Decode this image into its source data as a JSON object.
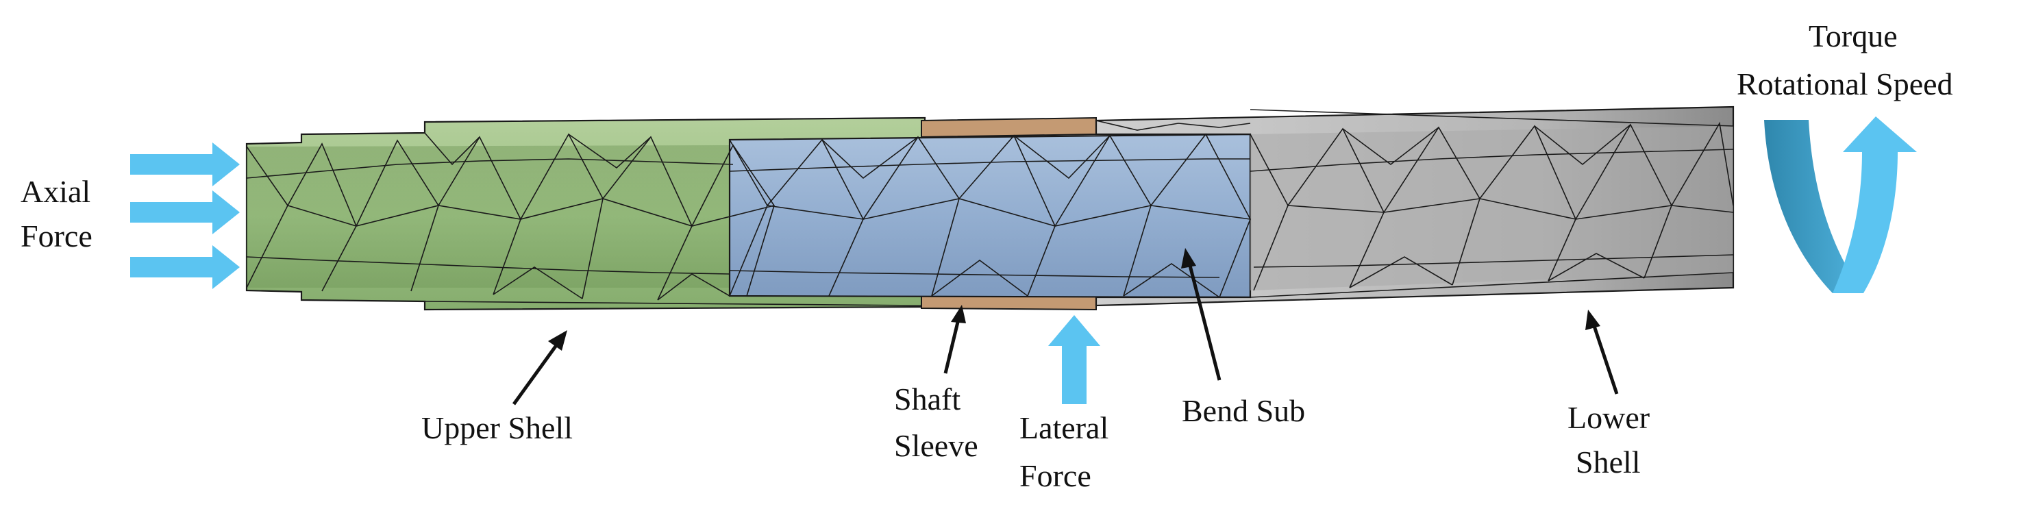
{
  "labels": {
    "axial_force_line1": "Axial",
    "axial_force_line2": "Force",
    "torque": "Torque",
    "rotational_speed": "Rotational Speed",
    "upper_shell": "Upper Shell",
    "shaft_sleeve_line1": "Shaft",
    "shaft_sleeve_line2": "Sleeve",
    "lateral_force_line1": "Lateral",
    "lateral_force_line2": "Force",
    "bend_sub": "Bend Sub",
    "lower_shell_line1": "Lower",
    "lower_shell_line2": "Shell"
  },
  "colors": {
    "force_arrow": "#5bc4f1",
    "torque_arrow_dark": "#3f9fc8",
    "upper_shell": "#9cc083",
    "shaft_sleeve": "#c49a73",
    "bend_sub": "#93aed0",
    "lower_shell": "#b9b9b9",
    "mesh_line": "#1a1a1a"
  }
}
